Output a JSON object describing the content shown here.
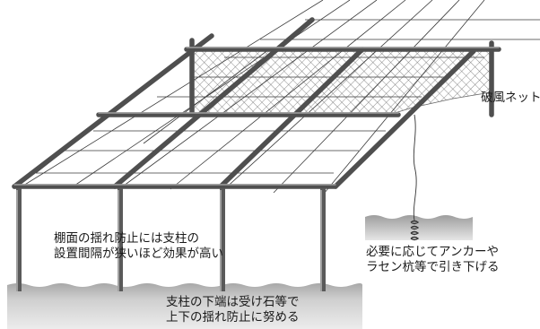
{
  "labels": {
    "windbreak_net": "破風ネット",
    "shelf_sway_line1": "棚面の揺れ防止には支柱の",
    "shelf_sway_line2": "設置間隔が狭いほど効果が高い",
    "anchor_line1": "必要に応じてアンカーや",
    "anchor_line2": "ラセン杭等で引き下げる",
    "post_base_line1": "支柱の下端は受け石等で",
    "post_base_line2": "上下の揺れ防止に努める"
  },
  "colors": {
    "frame": "#5a5a5a",
    "frame_light": "#8a8a8a",
    "wire": "#333333",
    "net": "#777777",
    "ground": "#c9c9c9",
    "ground_dark": "#9a9a9a",
    "text": "#1a1a1a"
  }
}
